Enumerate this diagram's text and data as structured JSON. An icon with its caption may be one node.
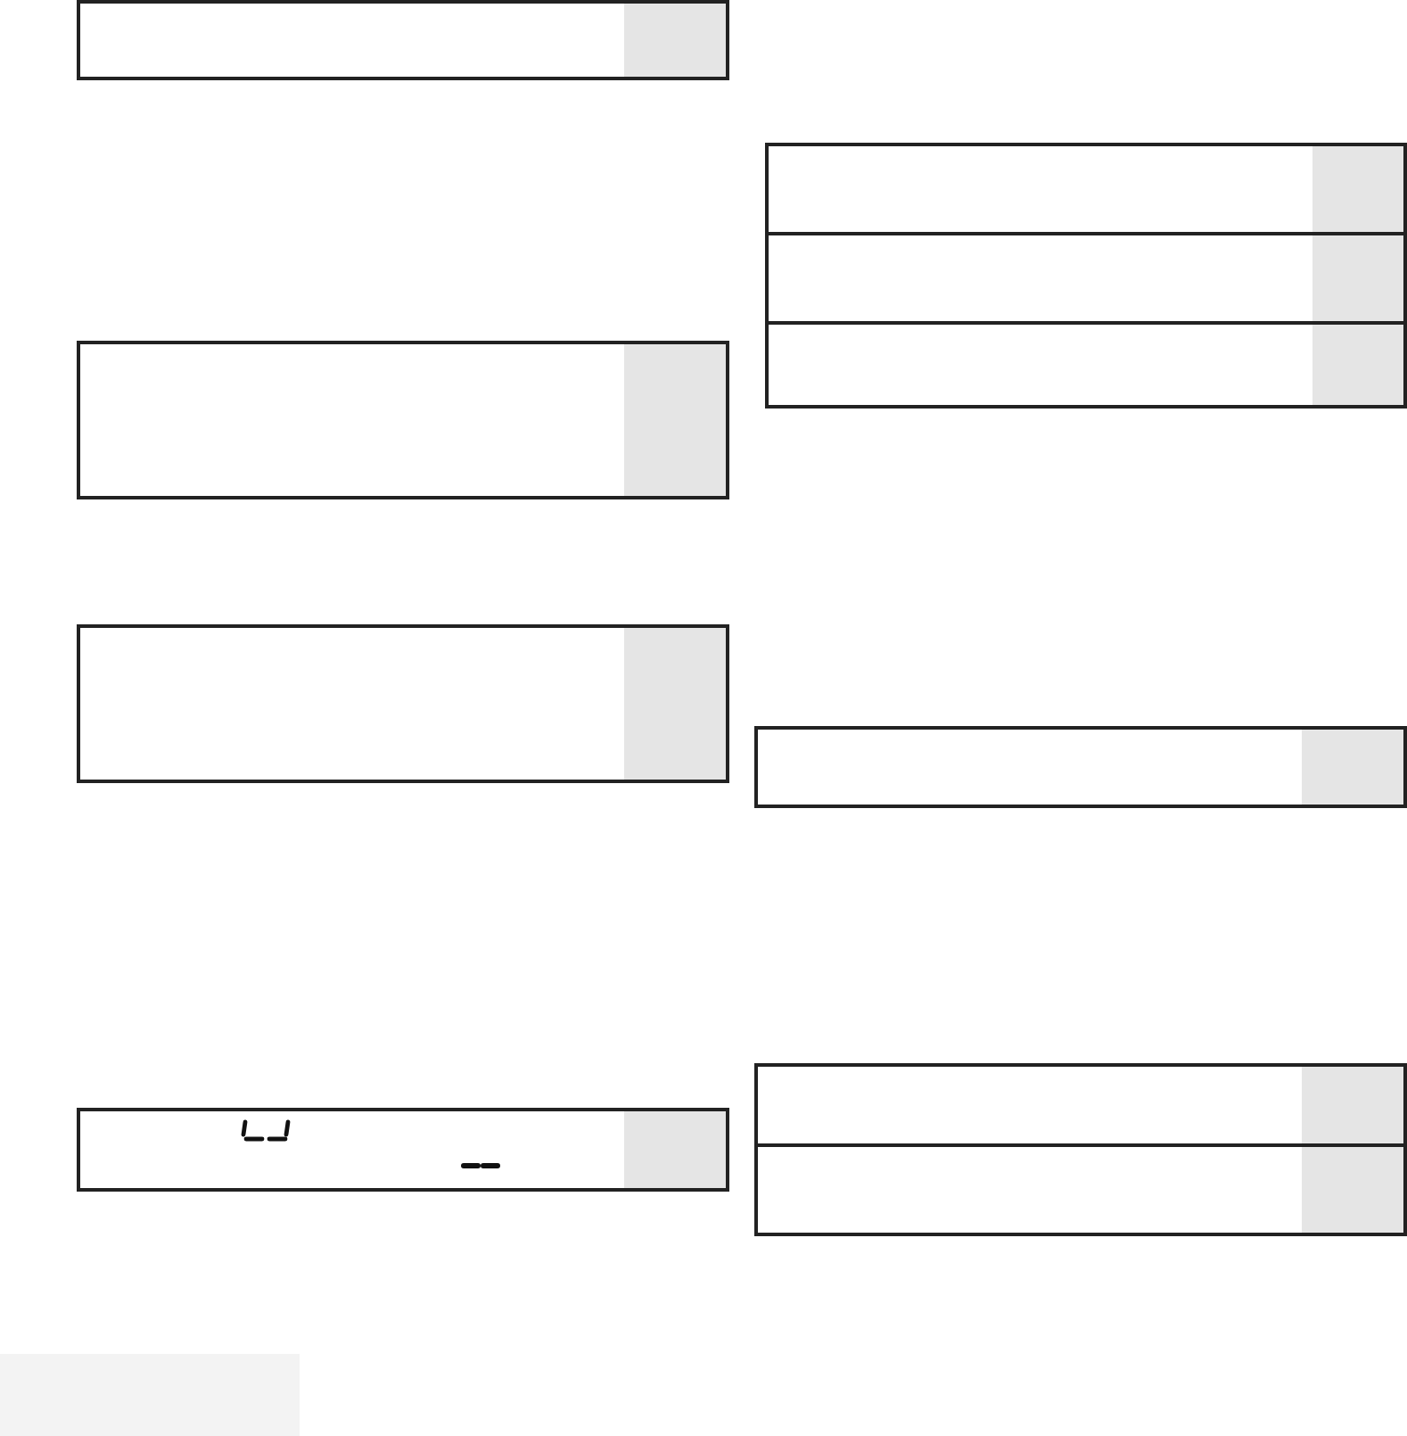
{
  "diagram": {
    "nodes": [
      {
        "text": [],
        "shape": "box"
      },
      {
        "text": [],
        "shape": "box"
      },
      {
        "text": [],
        "shape": "box"
      },
      {
        "text": [],
        "shape": "box"
      },
      {
        "text": [],
        "shape": "box"
      },
      {
        "text": [],
        "shape": "box"
      },
      {
        "text": [],
        "shape": "box"
      },
      {
        "text": [],
        "shape": "box"
      },
      {
        "text": [],
        "shape": "box"
      },
      {
        "text": [],
        "shape": "box"
      }
    ]
  }
}
